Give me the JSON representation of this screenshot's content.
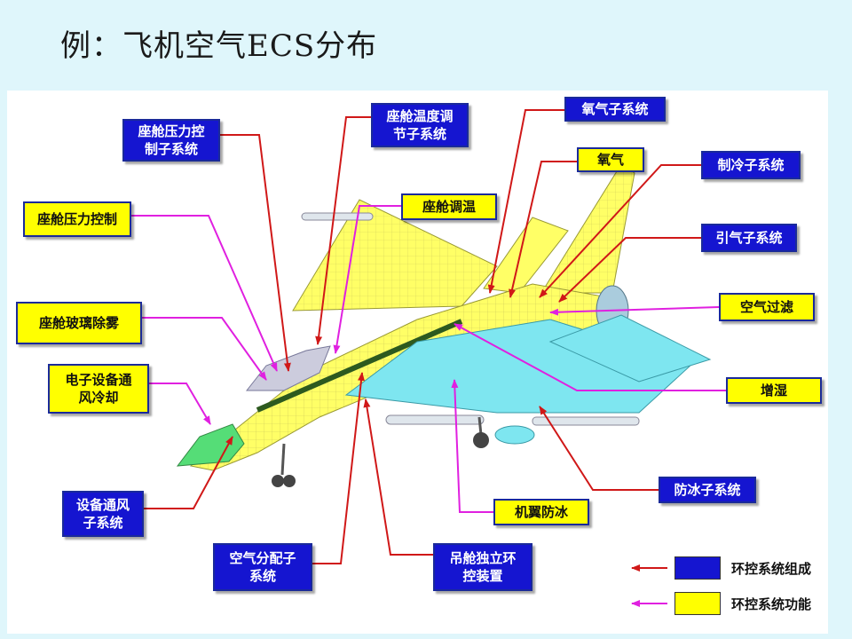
{
  "title": "例：飞机空气ECS分布",
  "colors": {
    "component": "#1515d0",
    "function": "#ffff00",
    "component_arrow": "#d01818",
    "function_arrow": "#e020e0"
  },
  "labels": {
    "cabin_pressure_control_subsystem": "座舱压力控\n制子系统",
    "cabin_temp_regulation_subsystem": "座舱温度调\n节子系统",
    "oxygen_subsystem": "氧气子系统",
    "oxygen": "氧气",
    "refrigeration_subsystem": "制冷子系统",
    "bleed_air_subsystem": "引气子系统",
    "cabin_pressure_control": "座舱压力控制",
    "cabin_temp_regulation": "座舱调温",
    "canopy_defog": "座舱玻璃除雾",
    "electronics_cooling": "电子设备通\n风冷却",
    "air_filtration": "空气过滤",
    "humidification": "增湿",
    "equipment_ventilation_subsystem": "设备通风\n子系统",
    "anti_ice_subsystem": "防冰子系统",
    "wing_anti_ice": "机翼防冰",
    "air_distribution_subsystem": "空气分配子\n系统",
    "pod_independent_ecs": "吊舱独立环\n控装置"
  },
  "legend": {
    "component_label": "环控系统组成",
    "function_label": "环控系统功能"
  }
}
